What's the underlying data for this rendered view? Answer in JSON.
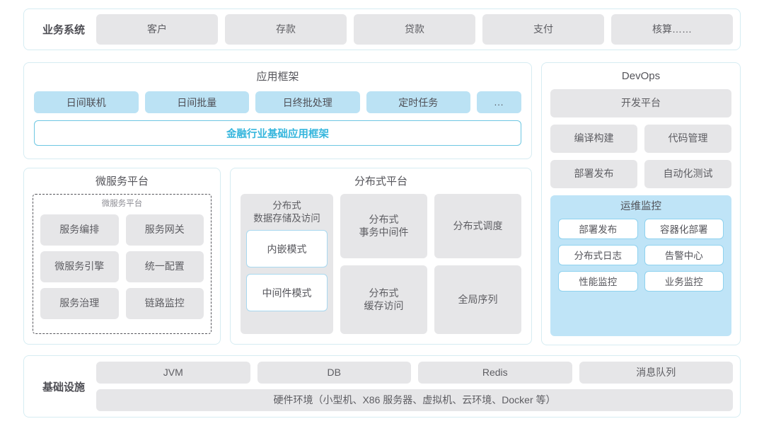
{
  "business_row": {
    "label": "业务系统",
    "items": [
      "客户",
      "存款",
      "贷款",
      "支付",
      "核算……"
    ]
  },
  "app_framework": {
    "title": "应用框架",
    "items": [
      "日间联机",
      "日间批量",
      "日终批处理",
      "定时任务"
    ],
    "more": "...",
    "highlight": "金融行业基础应用框架"
  },
  "microservice_platform": {
    "title": "微服务平台",
    "inner_label": "微服务平台",
    "items": [
      "服务编排",
      "服务网关",
      "微服务引擎",
      "统一配置",
      "服务治理",
      "链路监控"
    ]
  },
  "distributed_platform": {
    "title": "分布式平台",
    "storage_card": {
      "title": "分布式\n数据存储及访问",
      "title_line1": "分布式",
      "title_line2": "数据存储及访问",
      "modes": [
        "内嵌模式",
        "中间件模式"
      ]
    },
    "col2": [
      {
        "line1": "分布式",
        "line2": "事务中间件"
      },
      {
        "line1": "分布式",
        "line2": "缓存访问"
      }
    ],
    "col3": [
      {
        "line1": "分布式调度",
        "line2": ""
      },
      {
        "line1": "全局序列",
        "line2": ""
      }
    ]
  },
  "devops": {
    "title": "DevOps",
    "platform": "开发平台",
    "items": [
      "编译构建",
      "代码管理",
      "部署发布",
      "自动化测试"
    ],
    "ops_monitoring": {
      "title": "运维监控",
      "items": [
        "部署发布",
        "容器化部署",
        "分布式日志",
        "告警中心",
        "性能监控",
        "业务监控"
      ]
    }
  },
  "infrastructure": {
    "label": "基础设施",
    "items": [
      "JVM",
      "DB",
      "Redis",
      "消息队列"
    ],
    "hardware": "硬件环境（小型机、X86 服务器、虚拟机、云环境、Docker 等）"
  },
  "colors": {
    "panel_border": "#d6ecf2",
    "gray_chip": "#e6e6e8",
    "blue_chip": "#bbe2f4",
    "ops_panel": "#bfe4f7",
    "accent_cyan": "#36b6dd"
  }
}
